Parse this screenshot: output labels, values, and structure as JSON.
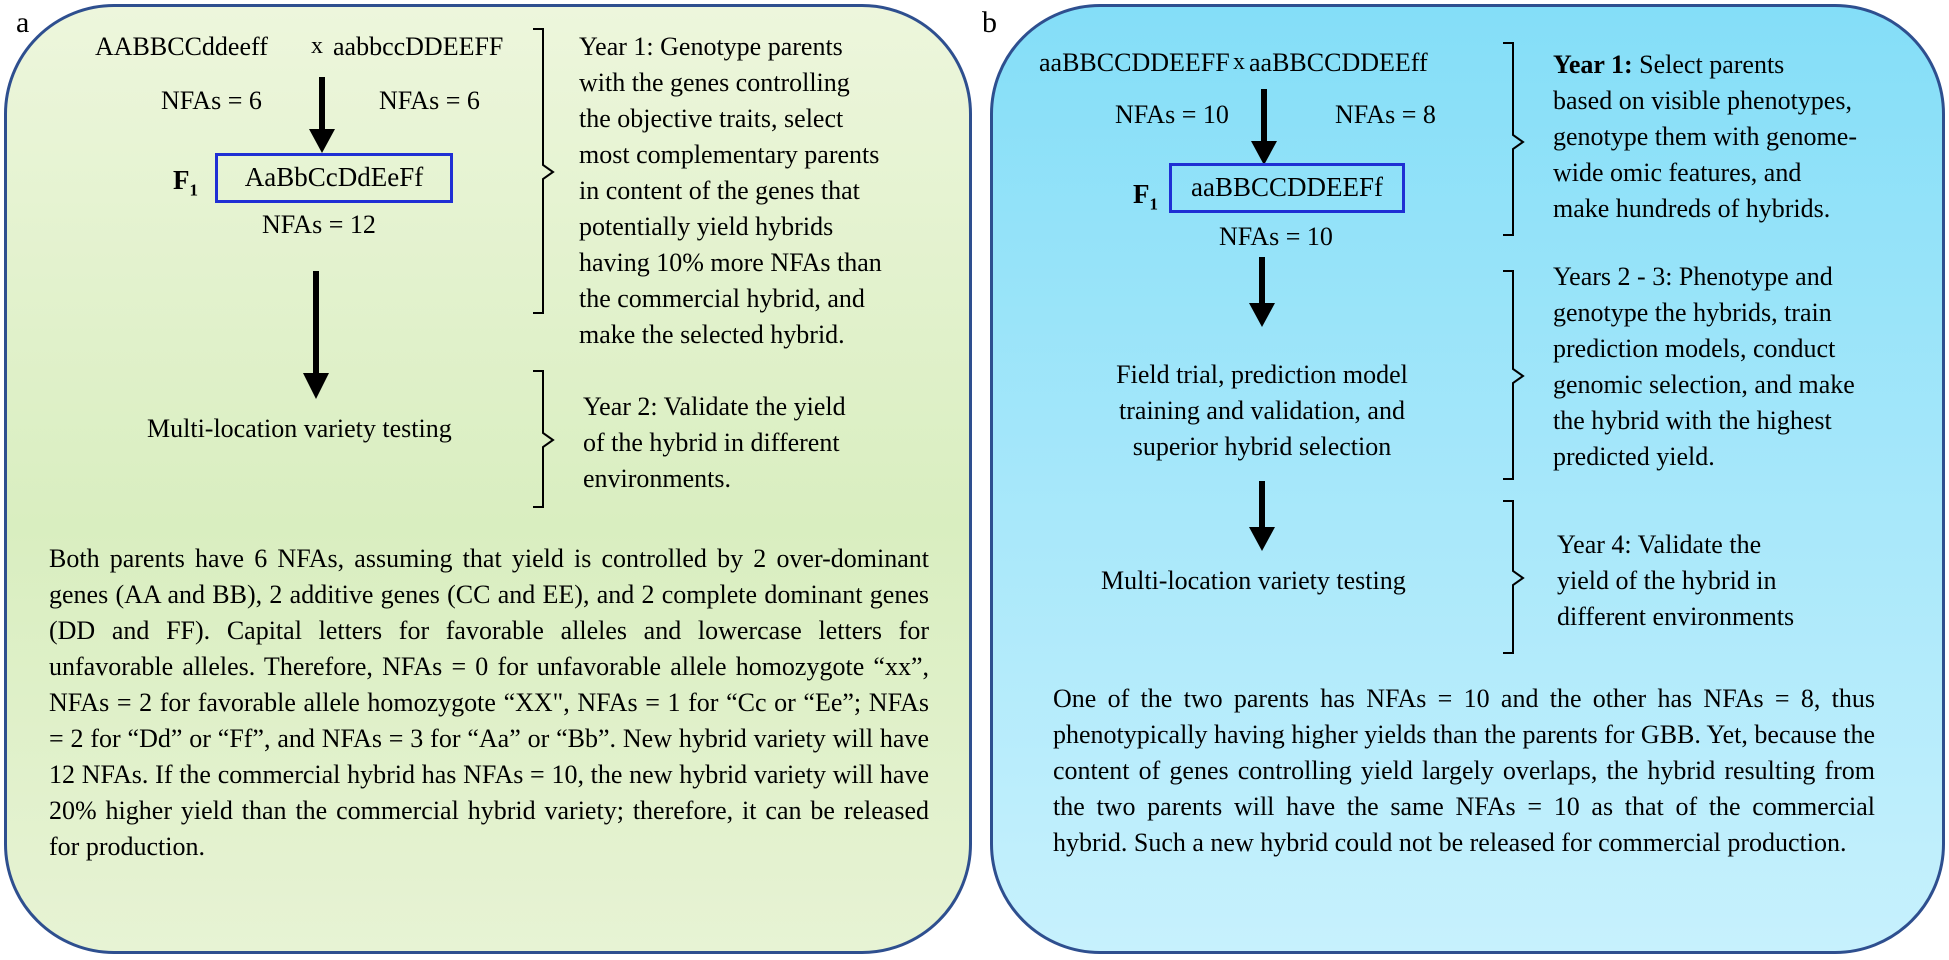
{
  "panel_a": {
    "label": "a",
    "parent1": "AABBCCddeeff",
    "cross": "x",
    "parent2": "aabbccDDEEFF",
    "parent1_nfas": "NFAs = 6",
    "parent2_nfas": "NFAs = 6",
    "f1_label": "F",
    "f1_sub": "1",
    "hybrid": "AaBbCcDdEeFf",
    "hybrid_nfas": "NFAs = 12",
    "step2": "Multi-location variety testing",
    "year1_lines": [
      "Year 1: Genotype parents",
      "with the genes controlling",
      "the objective traits, select",
      "most complementary parents",
      "in  content of the genes that",
      "potentially yield hybrids",
      "having 10% more NFAs than",
      "the commercial hybrid, and",
      "make the selected hybrid."
    ],
    "year2_lines": [
      "Year 2: Validate the yield",
      "of the hybrid in different",
      "environments."
    ],
    "paragraph": "Both parents have 6 NFAs, assuming that yield is controlled by 2 over-dominant genes (AA and BB), 2 additive genes (CC and EE), and 2 complete dominant genes (DD and FF). Capital letters for favorable alleles and lowercase letters for unfavorable alleles. Therefore, NFAs = 0 for unfavorable allele homozygote “xx”, NFAs = 2 for favorable allele homozygote “XX\", NFAs = 1 for “Cc or “Ee”; NFAs = 2 for “Dd” or “Ff”, and NFAs = 3 for “Aa” or “Bb”. New hybrid variety will have 12 NFAs. If the commercial hybrid has NFAs = 10, the new hybrid variety will have 20% higher yield than the commercial hybrid variety; therefore, it can be released for production."
  },
  "panel_b": {
    "label": "b",
    "parent1": "aaBBCCDDEEFF",
    "cross": "x",
    "parent2": "aaBBCCDDEEff",
    "parent1_nfas": "NFAs = 10",
    "parent2_nfas": "NFAs = 8",
    "f1_label": "F",
    "f1_sub": "1",
    "hybrid": "aaBBCCDDEEFf",
    "hybrid_nfas": "NFAs = 10",
    "step2_lines": [
      "Field trial, prediction model",
      "training and validation, and",
      "superior hybrid selection"
    ],
    "step3": "Multi-location variety testing",
    "year1_bold": "Year 1:",
    "year1_first_rest": " Select parents",
    "year1_lines": [
      "based on visible phenotypes,",
      "genotype them with genome-",
      "wide omic features, and",
      "make hundreds of hybrids."
    ],
    "years23_lines": [
      "Years 2 - 3: Phenotype and",
      "genotype the hybrids, train",
      "prediction models, conduct",
      "genomic selection, and make",
      "the hybrid with the highest",
      "predicted yield."
    ],
    "year4_lines": [
      "Year 4: Validate the",
      "yield of the hybrid in",
      "different environments"
    ],
    "paragraph": "One of the two parents has NFAs = 10 and the other has NFAs = 8, thus phenotypically having higher yields than the parents for GBB. Yet, because the content of genes controlling yield largely overlaps, the hybrid resulting from the two parents will have the same NFAs = 10 as that of the commercial hybrid. Such a new hybrid could not be released for commercial production."
  }
}
